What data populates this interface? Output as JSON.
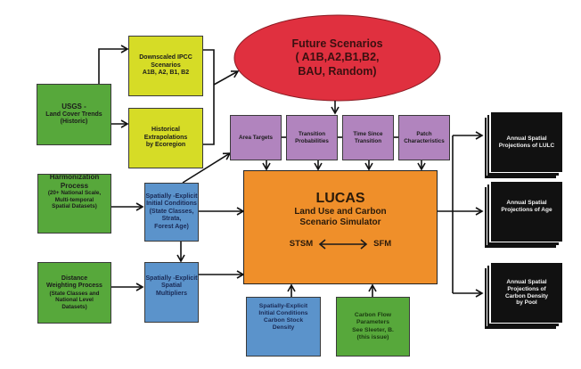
{
  "diagram": {
    "title": "LUCAS model framework",
    "colors": {
      "input_green": "#57a83b",
      "ipcc_yellow": "#d6dc26",
      "scenario_red": "#e0303f",
      "parameter_purple": "#b184be",
      "spatial_blue": "#5b93cb",
      "model_orange": "#ef8f2a",
      "output_black": "#111111"
    },
    "usgs": {
      "line1": "USGS -",
      "line2": "Land Cover Trends",
      "line3": "(Historic)"
    },
    "downscaled": {
      "line1": "Downscaled IPCC",
      "line2": "Scenarios",
      "line3": "A1B, A2, B1, B2"
    },
    "historical": {
      "line1": "Historical",
      "line2": "Extrapolations",
      "line3": "by Ecoregion"
    },
    "future": {
      "line1": "Future Scenarios",
      "line2": "( A1B,A2,B1,B2,",
      "line3": "BAU, Random)"
    },
    "parameters": [
      {
        "line1": "Area Targets",
        "line2": ""
      },
      {
        "line1": "Transition",
        "line2": "Probabilities"
      },
      {
        "line1": "Time Since",
        "line2": "Transition"
      },
      {
        "line1": "Patch",
        "line2": "Characteristics"
      }
    ],
    "harmonization": {
      "line1": "Harmonization",
      "line2": "Process",
      "line3": "(20+ National Scale,",
      "line4": "Multi-temporal",
      "line5": "Spatial Datasets)"
    },
    "initial_conditions": {
      "line1": "Spatially -Explicit",
      "line2": "Initial Conditions",
      "line3": "(State Classes,",
      "line4": "Strata,",
      "line5": "Forest Age)"
    },
    "distance": {
      "line1": "Distance",
      "line2": "Weighting Process",
      "line3": "(State Classes and",
      "line4": "National Level",
      "line5": "Datasets)"
    },
    "multipliers": {
      "line1": "Spatially -Explicit",
      "line2": "Spatial Multipliers"
    },
    "lucas": {
      "title": "LUCAS",
      "line1": "Land Use and Carbon",
      "line2": "Scenario Simulator",
      "left": "STSM",
      "right": "SFM"
    },
    "carbon_stock": {
      "line1": "Spatially-Explicit",
      "line2": "Initial Conditions",
      "line3": "Carbon Stock",
      "line4": "Density"
    },
    "carbon_flow": {
      "line1": "Carbon Flow",
      "line2": "Parameters",
      "line3": "See Sleeter, B.",
      "line4": "(this issue)"
    },
    "outputs": [
      {
        "line1": "Annual Spatial",
        "line2": "Projections of LULC",
        "line3": "",
        "line4": ""
      },
      {
        "line1": "Annual Spatial",
        "line2": "Projections of Age",
        "line3": "",
        "line4": ""
      },
      {
        "line1": "Annual Spatial",
        "line2": "Projections of",
        "line3": "Carbon Density",
        "line4": "by Pool"
      }
    ]
  }
}
